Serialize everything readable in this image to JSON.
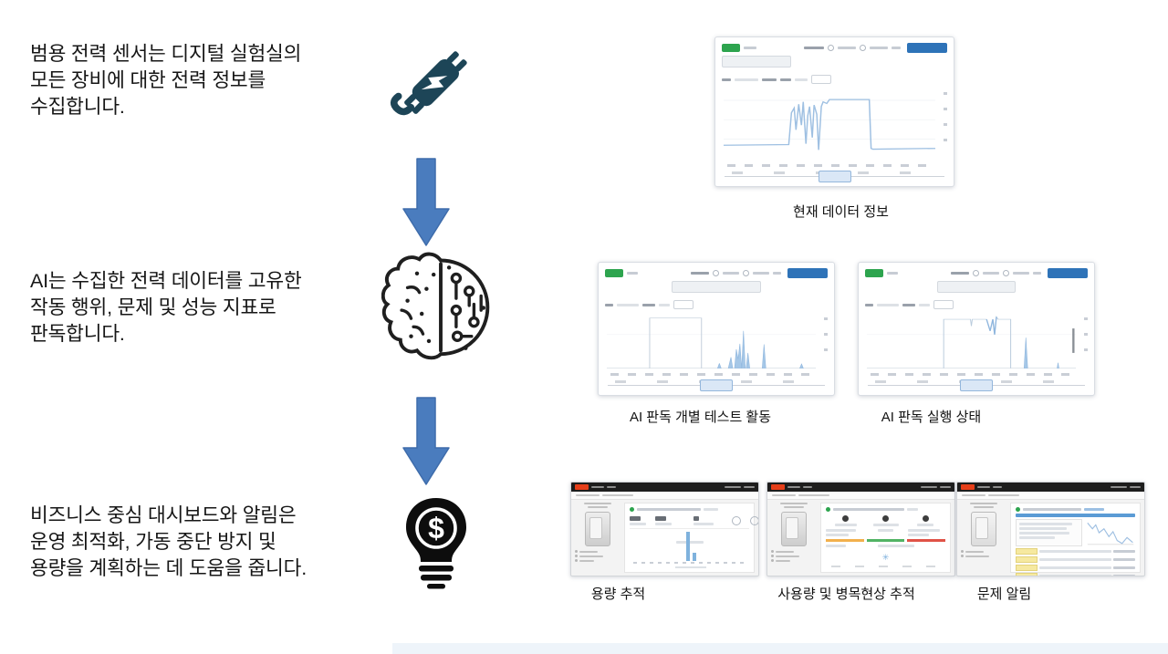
{
  "slide": {
    "steps": [
      {
        "icon": "power-plug-icon",
        "text": "범용 전력 센서는 디지털 실험실의\n모든 장비에 대한 전력 정보를\n수집합니다."
      },
      {
        "icon": "ai-brain-icon",
        "text": "AI는 수집한 전력 데이터를 고유한\n작동 행위, 문제 및 성능 지표로\n판독합니다."
      },
      {
        "icon": "money-bulb-icon",
        "text": "비즈니스 중심 대시보드와 알림은\n운영 최적화, 가동 중단 방지 및\n용량을 계획하는 데 도움을 줍니다."
      }
    ],
    "screenshots": [
      {
        "caption": "현재 데이터 정보"
      },
      {
        "caption": "AI 판독 개별 테스트 활동"
      },
      {
        "caption": "AI 판독 실행 상태"
      },
      {
        "caption": "용량 추적"
      },
      {
        "caption": "사용량 및 병목현상 추적"
      },
      {
        "caption": "문제 알림"
      }
    ],
    "colors": {
      "icon_navy": "#1d4557",
      "arrow_blue": "#4a7cbe",
      "arrow_border": "#3e6cab",
      "chart_line": "#9fc0e2",
      "green_button": "#2da44e",
      "blue_button": "#2e73b8",
      "brand_red": "#e63e19",
      "highlight_yellow": "#f6e9a0",
      "bar_orange": "#f2b04c",
      "bar_green": "#51b364",
      "bar_red": "#e05247"
    }
  }
}
